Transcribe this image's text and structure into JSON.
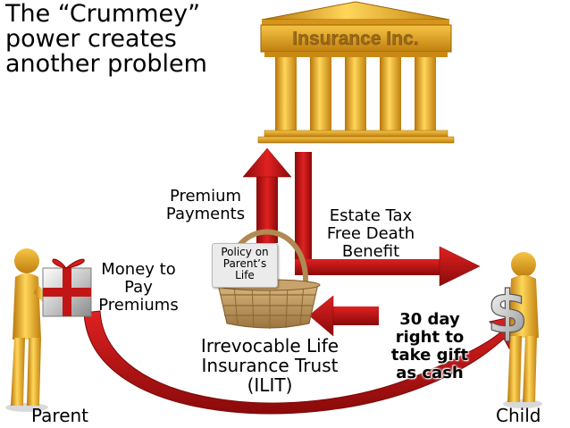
{
  "title": {
    "line1": "The “Crummey”",
    "line2": "power creates",
    "line3": "another problem"
  },
  "insurer": {
    "name": "Insurance Inc."
  },
  "labels": {
    "premium_line1": "Premium",
    "premium_line2": "Payments",
    "estate_line1": "Estate Tax",
    "estate_line2": "Free Death",
    "estate_line3": "Benefit",
    "money_line1": "Money to",
    "money_line2": "Pay",
    "money_line3": "Premiums",
    "trust_line1": "Irrevocable Life",
    "trust_line2": "Insurance Trust",
    "trust_line3": "(ILIT)",
    "gift_line1": "30 day",
    "gift_line2": "right to",
    "gift_line3": "take gift",
    "gift_line4": "as cash",
    "parent": "Parent",
    "child": "Child"
  },
  "policy": {
    "line1": "Policy on",
    "line2": "Parent’s",
    "line3": "Life"
  },
  "icons": {
    "bank": "bank-building-icon",
    "basket": "basket-icon",
    "gift": "gift-box-icon",
    "dollar": "dollar-sign-icon",
    "person": "person-figure-icon"
  },
  "colors": {
    "arrow_red": "#cc1111",
    "gold": "#e3a21a",
    "basket": "#c9a36a"
  }
}
